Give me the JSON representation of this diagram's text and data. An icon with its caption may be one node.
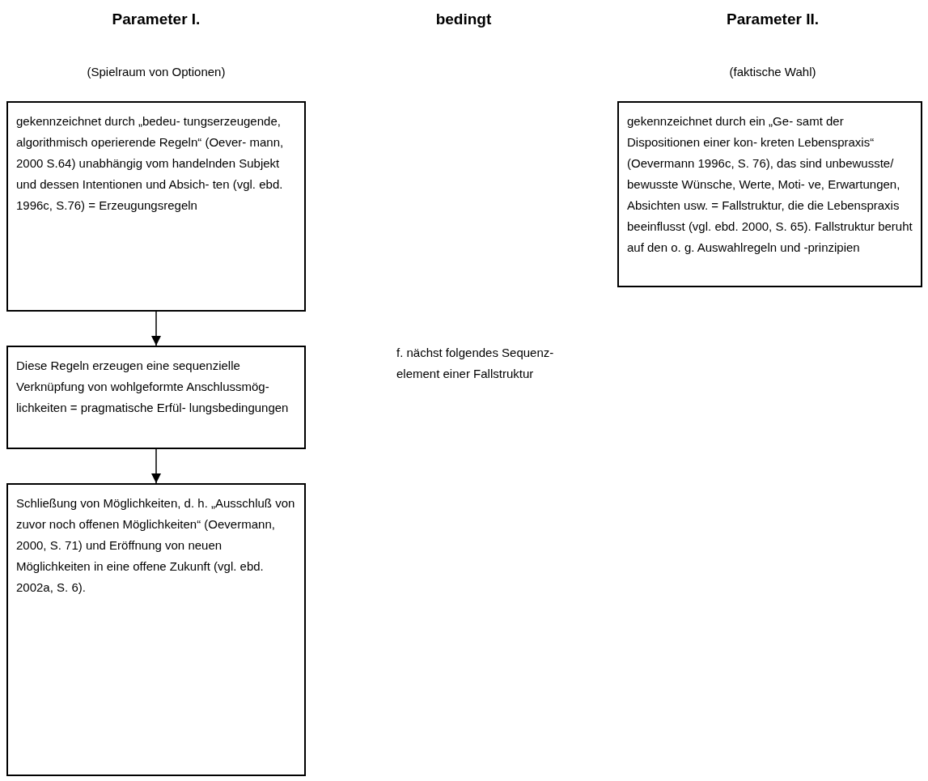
{
  "diagram": {
    "nodes": [
      {
        "text": [
          "gekennzeichnet durch „bedeu- tungserzeugende, algorithmisch operierende Regeln“ (Oever- mann, 2000 S.64) unabhängig vom handelnden Subjekt und dessen Intentionen und Absich- ten (vgl. ebd. 1996c, S.76) = Erzeugungsregeln"
        ]
      },
      {
        "text": [
          "Diese Regeln erzeugen eine sequenzielle Verknüpfung von wohlgeformte Anschlussmög- lichkeiten = pragmatische Erfül- lungsbedingungen"
        ]
      },
      {
        "text": [
          "Schließung von Möglichkeiten, d. h. „Ausschluß von zuvor noch offenen Möglichkeiten“ (Oevermann, 2000, S. 71) und Eröffnung von neuen Möglichkeiten in eine offene Zukunft (vgl. ebd. 2002a, S. 6)."
        ]
      },
      {
        "text": [
          "gekennzeichnet durch ein „Ge- samt der Dispositionen einer kon- kreten Lebenspraxis“ (Oevermann 1996c, S. 76), das sind unbewusste/ bewusste Wünsche, Werte, Moti- ve, Erwartungen, Absichten usw. = Fallstruktur, die die Lebenspraxis beeinflusst (vgl. ebd. 2000, S. 65). Fallstruktur beruht auf den o. g. Auswahlregeln und -prinzipien"
        ]
      }
    ],
    "edges": [
      {
        "from": 0,
        "to": 1,
        "arrow": "to"
      },
      {
        "from": 1,
        "to": 2,
        "arrow": "to"
      }
    ],
    "labels": [
      "Parameter I.",
      "bedingt",
      "Parameter II.",
      "(Spielraum von Optionen)",
      "(faktische Wahl)",
      "f. nächst folgendes Sequenz- element einer Fallstruktur"
    ]
  }
}
